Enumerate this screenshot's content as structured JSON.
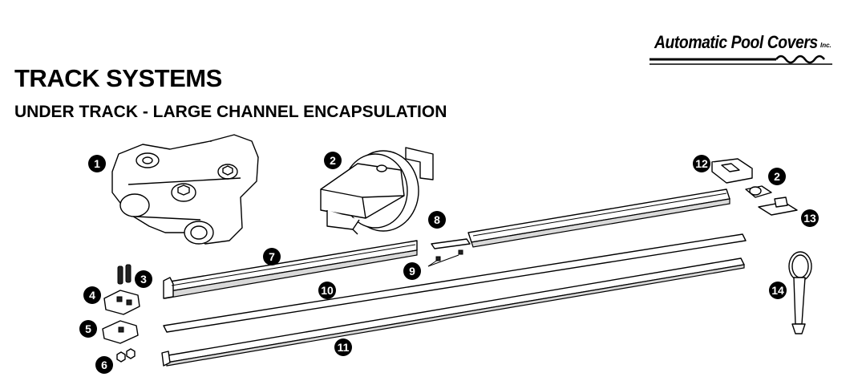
{
  "brand": {
    "name": "Automatic Pool Covers",
    "suffix": "Inc."
  },
  "title": "TRACK SYSTEMS",
  "subtitle": "UNDER TRACK - LARGE CHANNEL ENCAPSULATION",
  "callouts": {
    "c1": "1",
    "c2a": "2",
    "c2b": "2",
    "c3": "3",
    "c4": "4",
    "c5": "5",
    "c6": "6",
    "c7": "7",
    "c8": "8",
    "c9": "9",
    "c10": "10",
    "c11": "11",
    "c12": "12",
    "c13": "13",
    "c14": "14"
  }
}
